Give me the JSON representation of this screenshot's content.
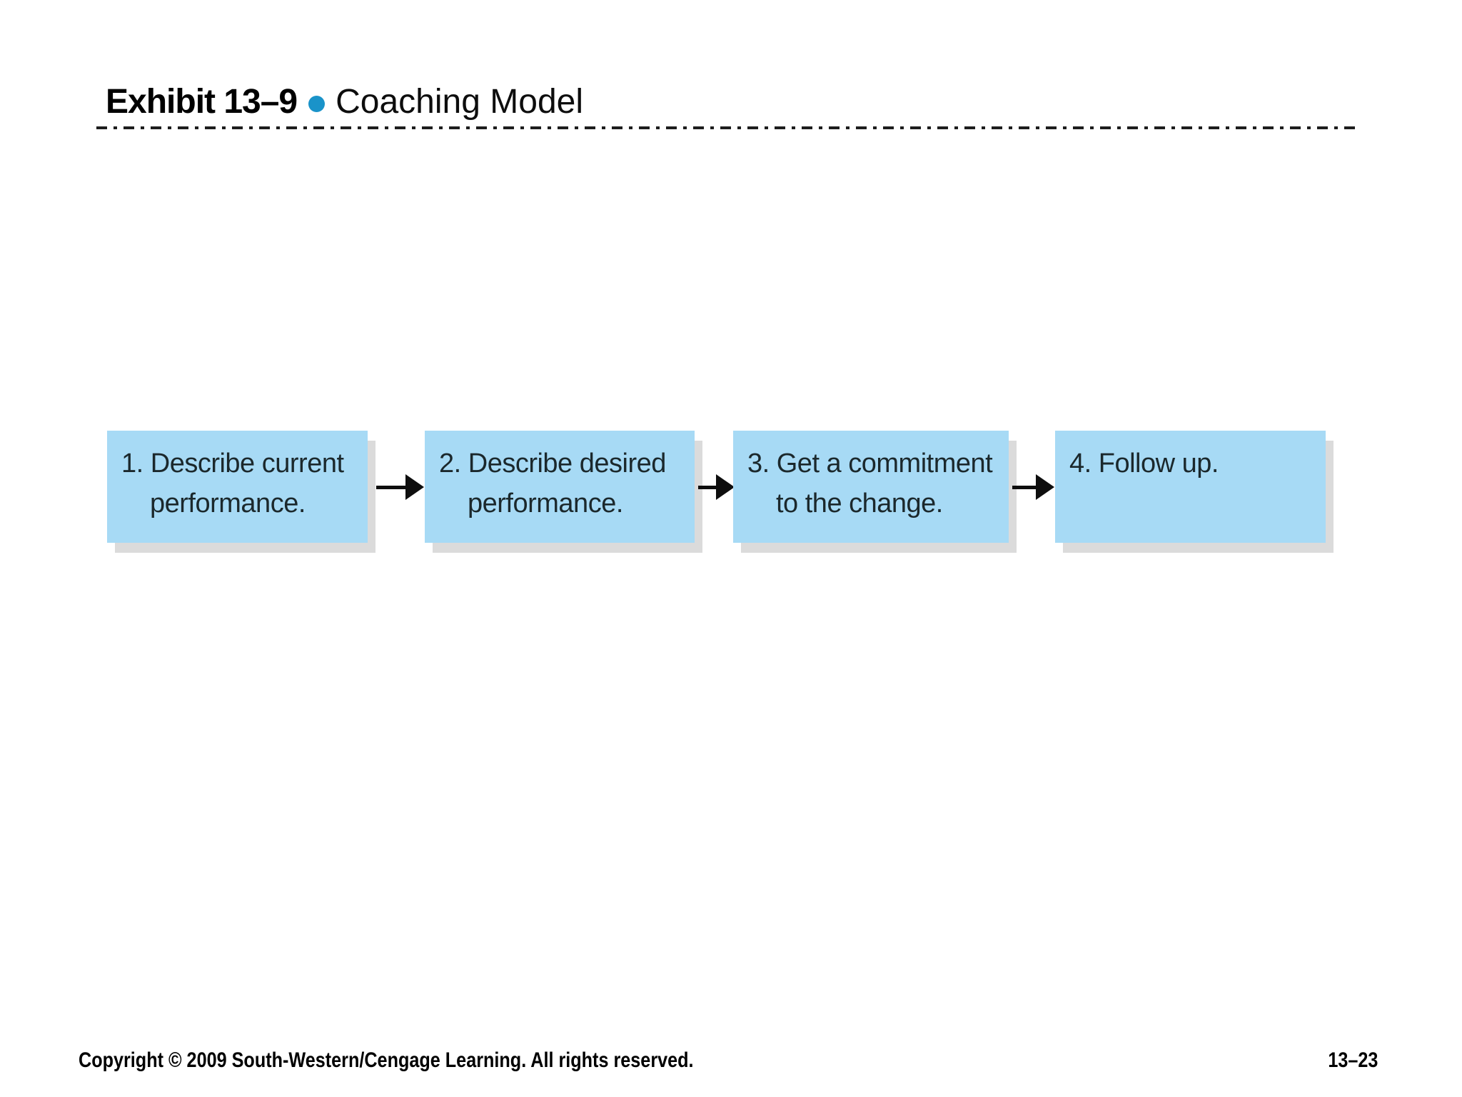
{
  "slide": {
    "exhibit_label": "Exhibit 13–9",
    "title": "Coaching Model",
    "footer": {
      "copyright": "Copyright © 2009 South-Western/Cengage Learning. All rights reserved.",
      "page_number": "13–23"
    },
    "colors": {
      "bullet_blue": "#1a93c9",
      "box_fill": "#a7daf5",
      "box_shadow_gray": "#dbdbdb",
      "box_text": "#1b282c",
      "arrow_black": "#0e0e0e",
      "rule_black": "#1d1d1d"
    },
    "diagram": {
      "type": "flow",
      "direction": "left-to-right",
      "connector": "arrow",
      "steps": [
        {
          "line1": "1. Describe current",
          "line2": "performance."
        },
        {
          "line1": "2. Describe desired",
          "line2": "performance."
        },
        {
          "line1": "3. Get a commitment",
          "line2": "to the change."
        },
        {
          "line1": "4. Follow up.",
          "line2": ""
        }
      ]
    }
  }
}
